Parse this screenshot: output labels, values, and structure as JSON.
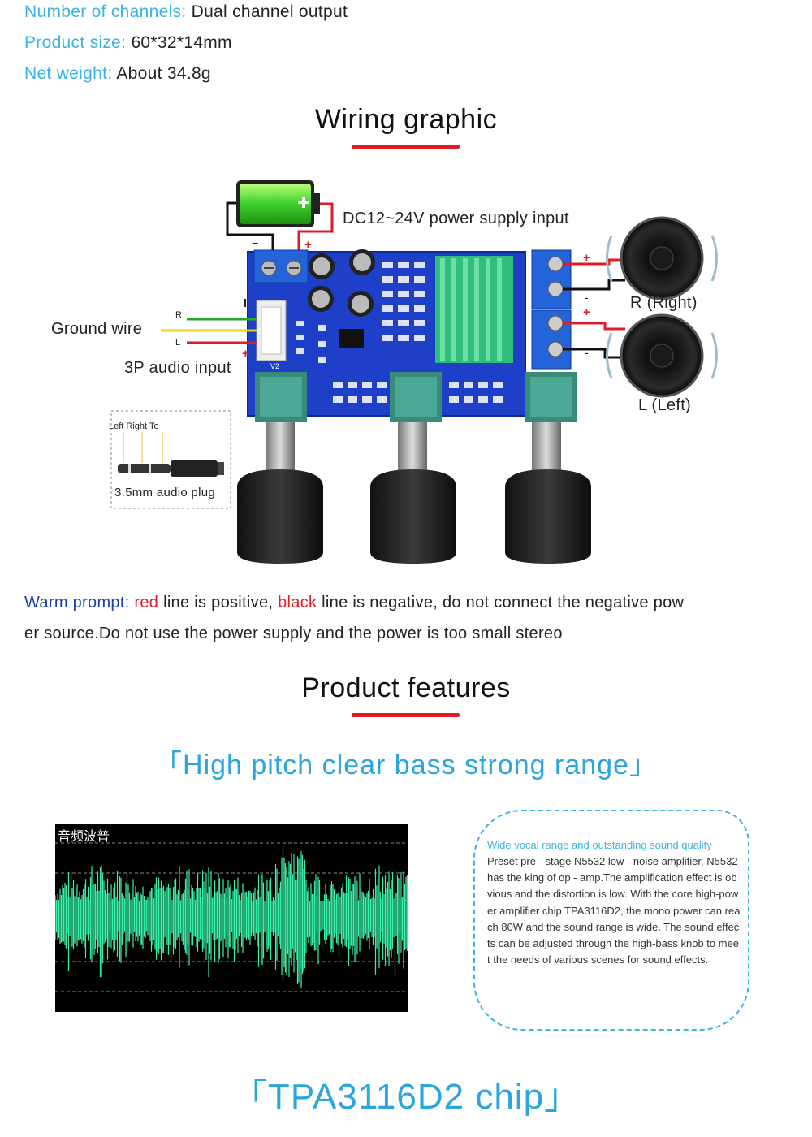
{
  "specs": [
    {
      "key": "Number of channels:",
      "value": "Dual channel output"
    },
    {
      "key": "Product size:",
      "value": "60*32*14mm"
    },
    {
      "key": "Net weight:",
      "value": "About 34.8g"
    }
  ],
  "wiring": {
    "title": "Wiring graphic",
    "power_label": "DC12~24V power supply input",
    "ground_label": "Ground wire",
    "audio_input_label": "3P audio input",
    "right_label": "R (Right)",
    "left_label": "L (Left)",
    "plug_pins_label": "Left Right To",
    "plug_label": "3.5mm audio plug",
    "pin_r": "R",
    "pin_l": "L",
    "plus": "+",
    "minus": "-",
    "board_mark": "V2"
  },
  "warning": {
    "prefix": "Warm prompt:",
    "red_word": "red",
    "mid1": " line is positive, ",
    "black_word": "black",
    "line1_rest": " line is negative, do not connect the negative pow",
    "line2": "er source.Do not use the power supply and the power is too small stereo"
  },
  "features": {
    "title": "Product features",
    "tagline": "「High pitch clear bass strong range」",
    "waveform_title": "音频波普",
    "desc_head": "Wide vocal range and outstanding sound quality",
    "desc_body": "Preset pre - stage N5532 low - noise amplifier, N5532 has the king of op - amp.The amplification effect is obvious and the distortion is low. With the core high-power amplifier chip TPA3116D2, the mono power can reach 80W and the sound range is wide. The sound effects can be adjusted through the high-bass knob to meet the needs of various scenes for sound effects.",
    "chip_tagline": "「TPA3116D2 chip」"
  },
  "colors": {
    "accent_blue": "#39b3e6",
    "red": "#e01b24",
    "pcb_blue": "#1e3fc8",
    "heatsink_green": "#2fbf7a",
    "wave_green": "#38f0a8"
  }
}
